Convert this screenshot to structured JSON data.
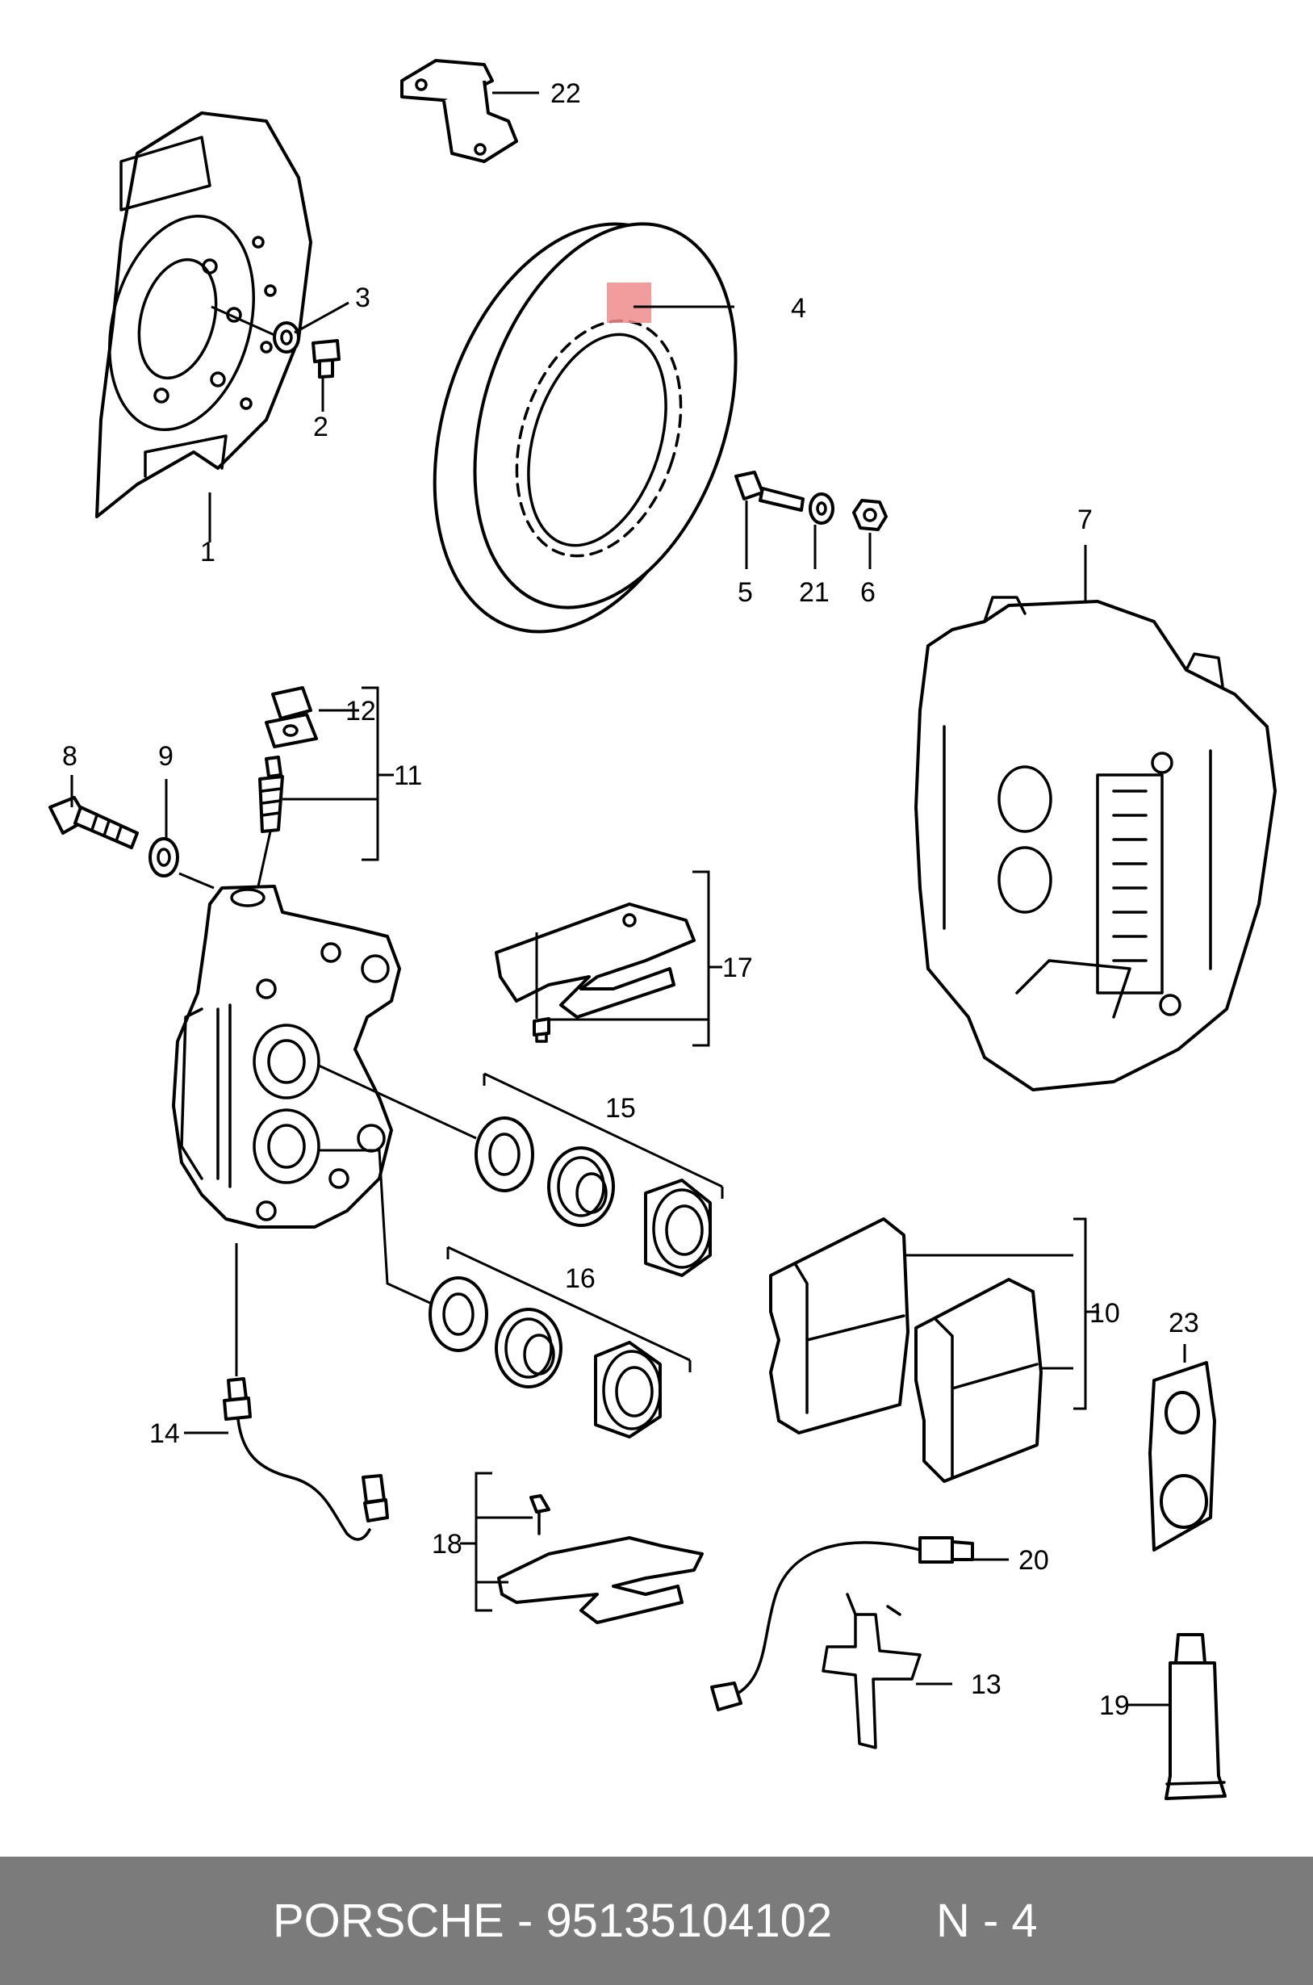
{
  "labels": [
    {
      "id": "1",
      "text": "1"
    },
    {
      "id": "2",
      "text": "2"
    },
    {
      "id": "3",
      "text": "3"
    },
    {
      "id": "4",
      "text": "4"
    },
    {
      "id": "5",
      "text": "5"
    },
    {
      "id": "6",
      "text": "6"
    },
    {
      "id": "7",
      "text": "7"
    },
    {
      "id": "8",
      "text": "8"
    },
    {
      "id": "9",
      "text": "9"
    },
    {
      "id": "10",
      "text": "10"
    },
    {
      "id": "11",
      "text": "11"
    },
    {
      "id": "12",
      "text": "12"
    },
    {
      "id": "13",
      "text": "13"
    },
    {
      "id": "14",
      "text": "14"
    },
    {
      "id": "15",
      "text": "15"
    },
    {
      "id": "16",
      "text": "16"
    },
    {
      "id": "17",
      "text": "17"
    },
    {
      "id": "18",
      "text": "18"
    },
    {
      "id": "19",
      "text": "19"
    },
    {
      "id": "20",
      "text": "20"
    },
    {
      "id": "21",
      "text": "21"
    },
    {
      "id": "22",
      "text": "22"
    },
    {
      "id": "23",
      "text": "23"
    }
  ],
  "highlighted_part": "4",
  "highlight_color": "#f08c8c",
  "footer": {
    "part_text": "PORSCHE - 95135104102",
    "ref_text": "N - 4",
    "background": "#7b7b7b"
  }
}
